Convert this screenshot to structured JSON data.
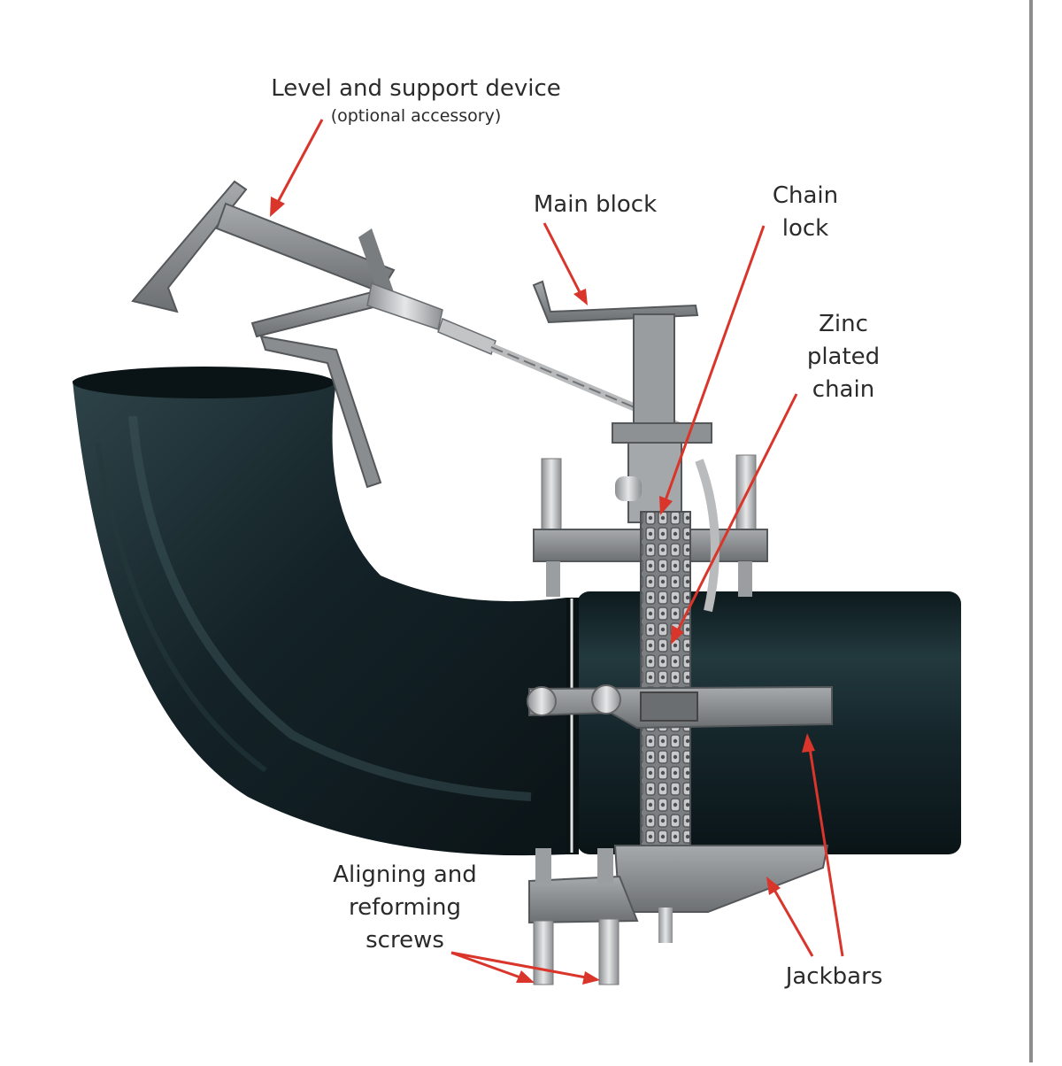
{
  "labels": {
    "level_support": "Level and support device",
    "level_support_note": "(optional accessory)",
    "main_block": "Main block",
    "chain_lock_line1": "Chain",
    "chain_lock_line2": "lock",
    "zinc_line1": "Zinc",
    "zinc_line2": "plated",
    "zinc_line3": "chain",
    "screws_line1": "Aligning and",
    "screws_line2": "reforming",
    "screws_line3": "screws",
    "jackbars": "Jackbars"
  },
  "colors": {
    "pipe": "#15262b",
    "pipe_highlight": "#3c5358",
    "steel": "#8f9295",
    "steel_dark": "#5f6265",
    "chrome": "#c9cbcd",
    "arrow": "#d9352b",
    "text": "#2b2b2b"
  }
}
